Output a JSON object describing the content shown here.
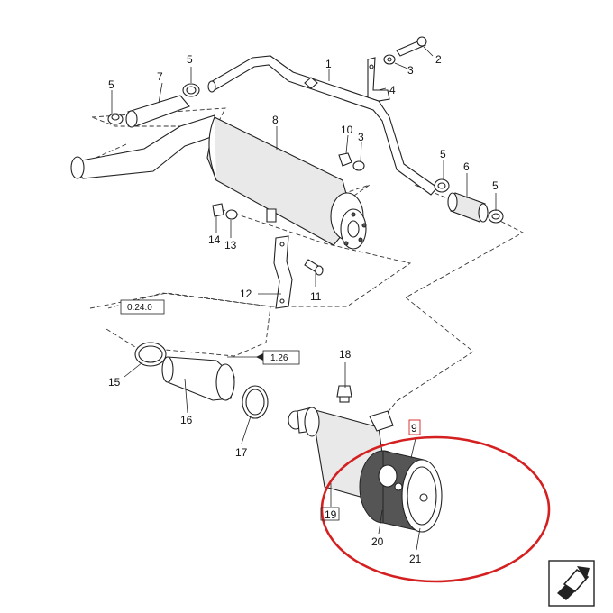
{
  "labels": {
    "p1": "1",
    "p2": "2",
    "p3a": "3",
    "p3b": "3",
    "p4": "4",
    "p5a": "5",
    "p5b": "5",
    "p5c": "5",
    "p5d": "5",
    "p6": "6",
    "p7": "7",
    "p8": "8",
    "p9": "9",
    "p10": "10",
    "p11": "11",
    "p12": "12",
    "p13": "13",
    "p14": "14",
    "p15": "15",
    "p16": "16",
    "p17": "17",
    "p18": "18",
    "p19": "19",
    "p20": "20",
    "p21": "21"
  },
  "refs": {
    "ref_a": "0.24.0",
    "ref_b": "1.26"
  },
  "colors": {
    "highlight": "#d42020",
    "line": "#222222"
  },
  "icons": {
    "nav": "next-page-arrow-icon"
  }
}
